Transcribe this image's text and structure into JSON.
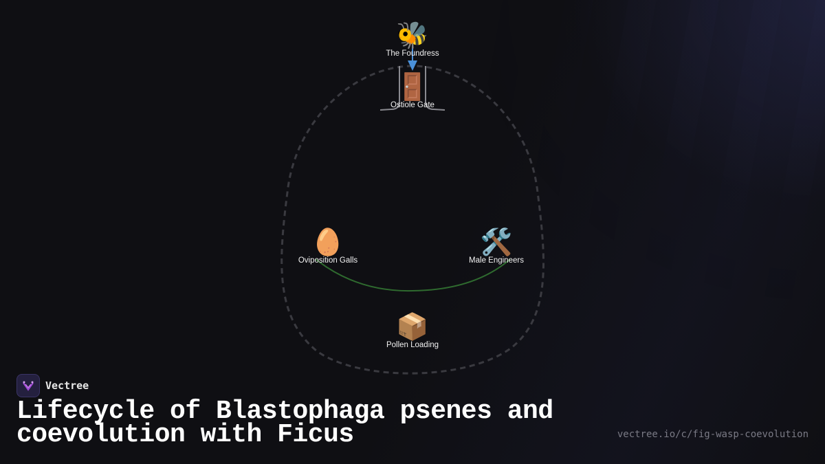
{
  "diagram": {
    "nodes": [
      {
        "id": "foundress",
        "emoji": "🐝",
        "label": "The Foundress"
      },
      {
        "id": "ostiole",
        "emoji": "🚪",
        "label": "Ostiole Gate"
      },
      {
        "id": "galls",
        "emoji": "🥚",
        "label": "Oviposition Galls"
      },
      {
        "id": "males",
        "emoji": "🛠️",
        "label": "Male Engineers"
      },
      {
        "id": "pollen",
        "emoji": "📦",
        "label": "Pollen Loading"
      }
    ],
    "edges": [
      {
        "from": "foundress",
        "to": "ostiole",
        "color": "#4a90d9"
      },
      {
        "from": "galls",
        "to": "males",
        "color": "#2f6b2f"
      }
    ]
  },
  "brand": {
    "name": "Vectree"
  },
  "title": "Lifecycle of Blastophaga psenes and coevolution with Ficus",
  "url": "vectree.io/c/fig-wasp-coevolution"
}
